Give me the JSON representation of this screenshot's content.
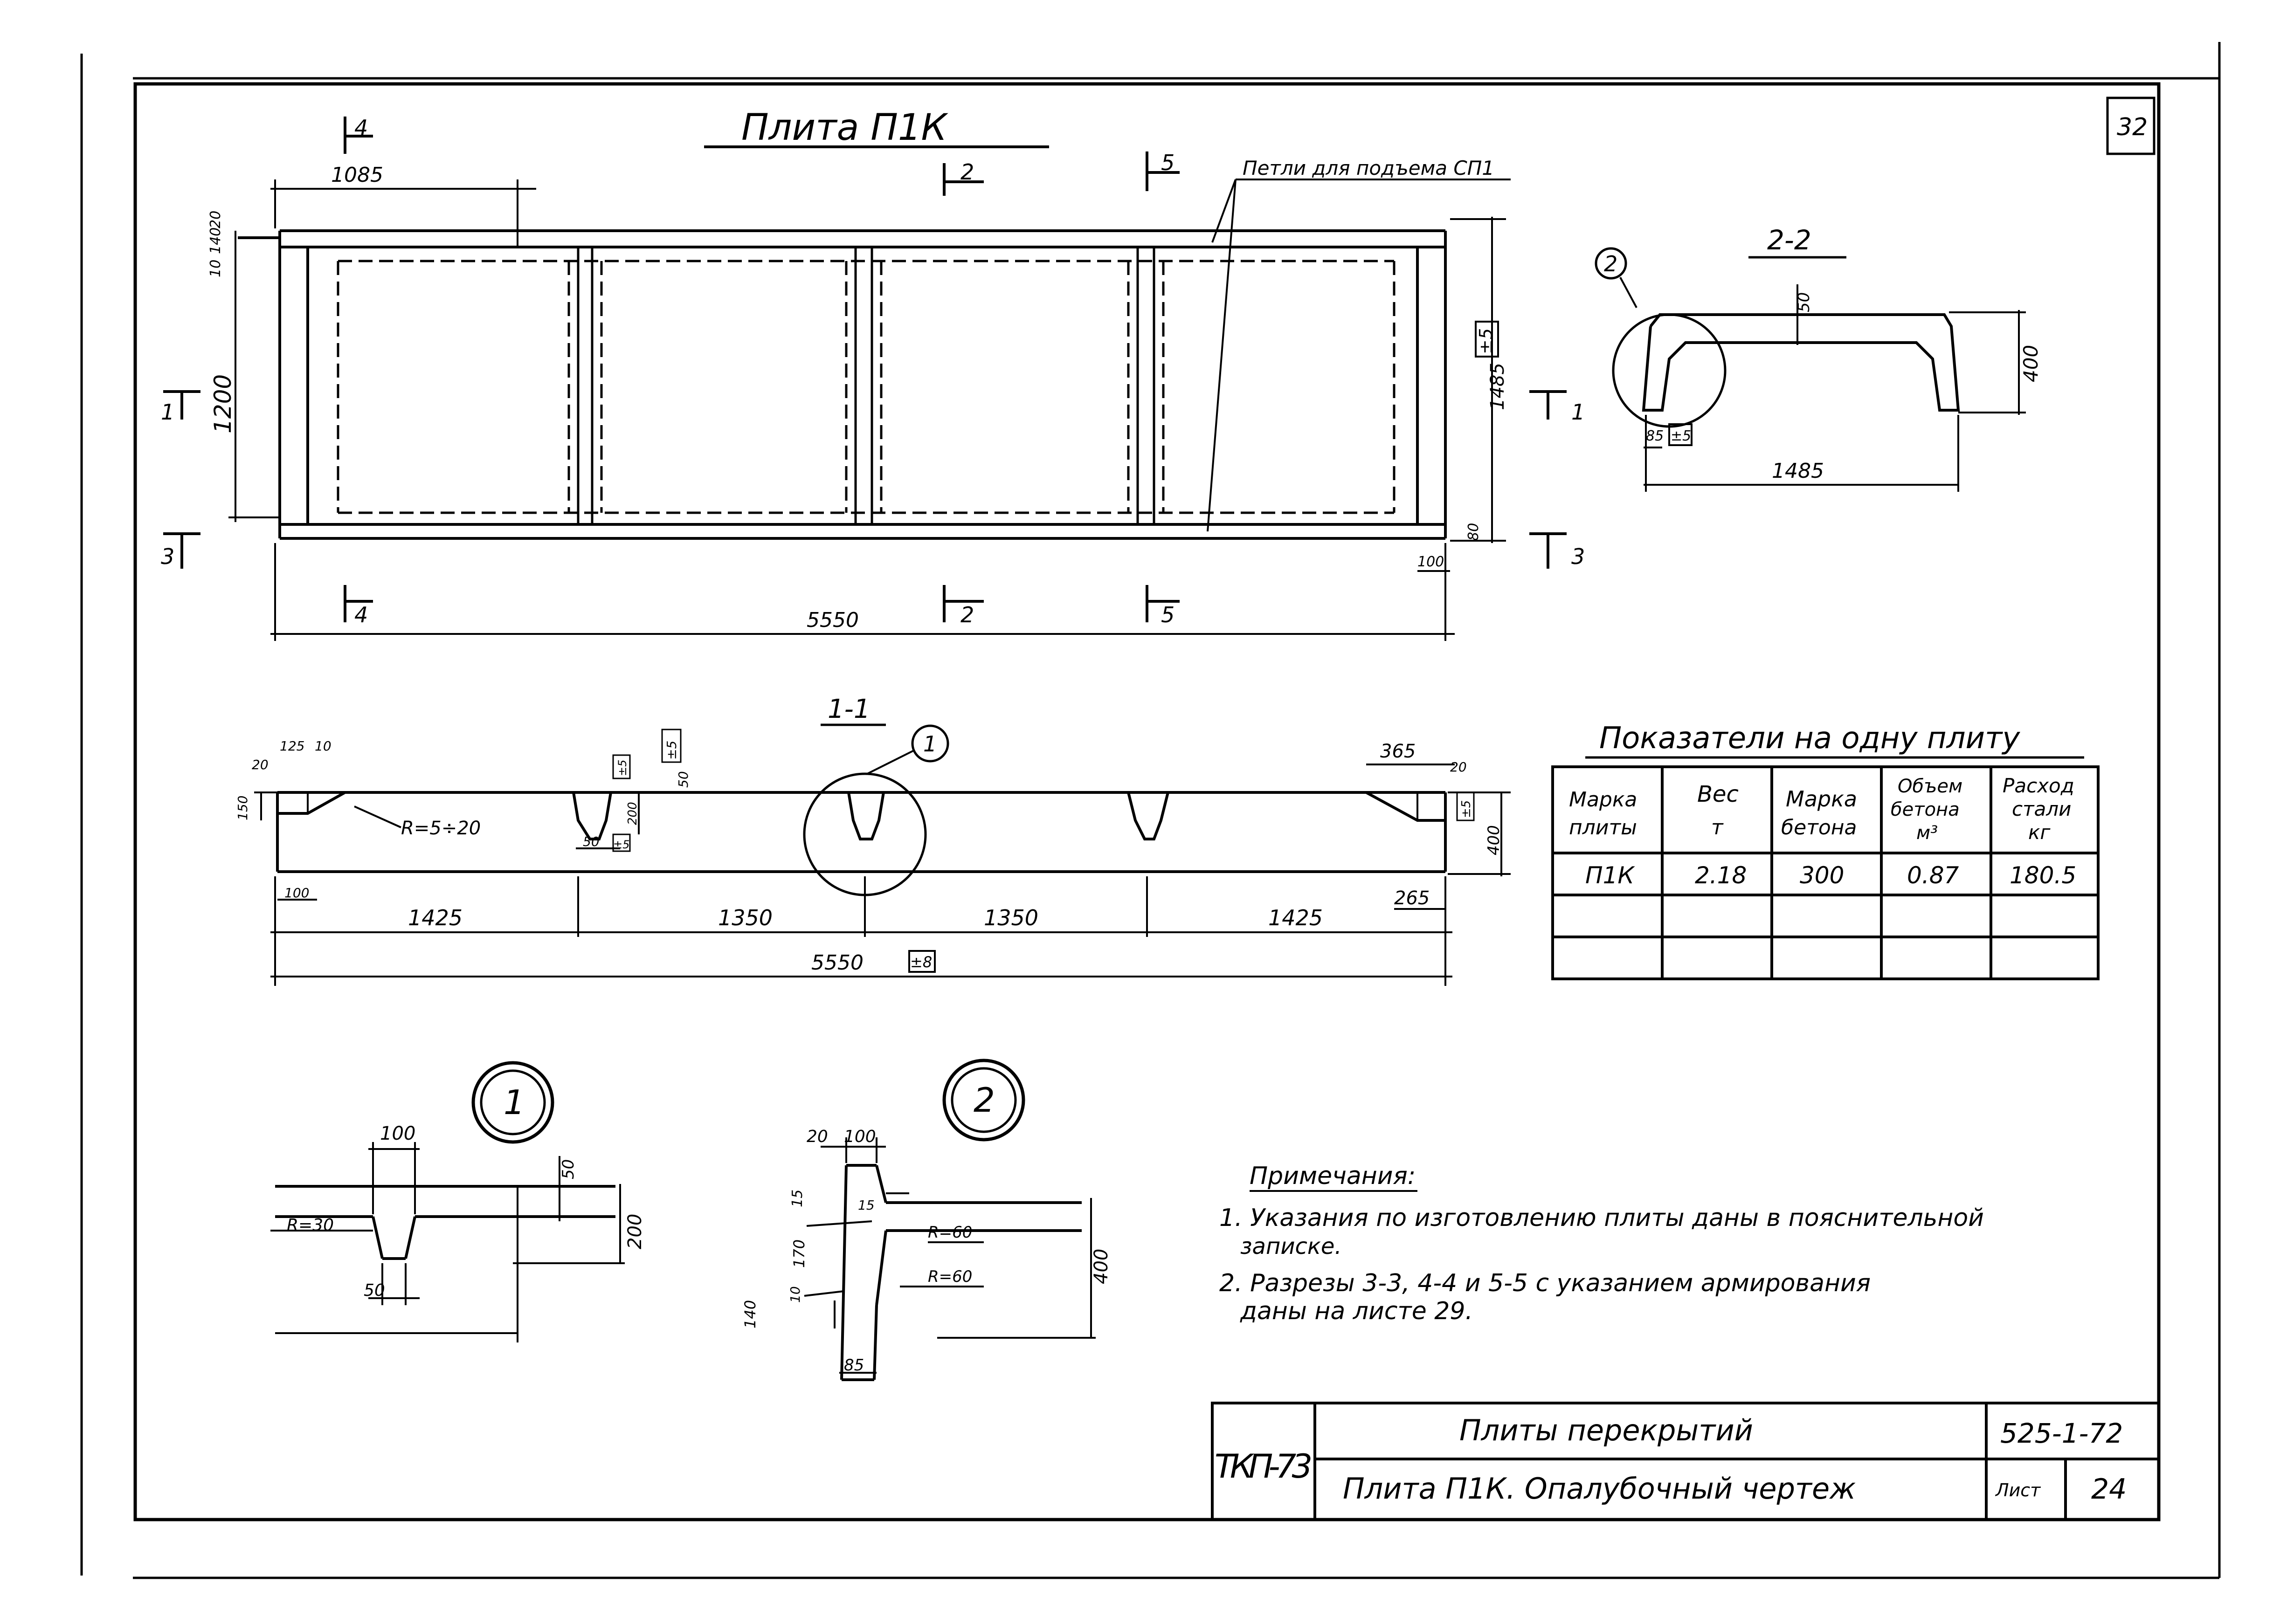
{
  "sheet_number": "32",
  "plan": {
    "title": "Плита П1К",
    "lifting_note": "Петли для подъема СП1",
    "dims": {
      "d1085": "1085",
      "d5550": "5550",
      "d1200": "1200",
      "d1485": "1485",
      "tol5": "±5",
      "d100": "100",
      "d80": "80",
      "d10": "10",
      "d140": "140",
      "d20": "20"
    },
    "cuts": {
      "c1": "1",
      "c2": "2",
      "c3": "3",
      "c4": "4",
      "c5": "5"
    }
  },
  "section22": {
    "title": "2-2",
    "callout": "2",
    "dims": {
      "d50": "50",
      "d400": "400",
      "d85": "85",
      "tol5": "±5",
      "d1485": "1485"
    }
  },
  "section11": {
    "title": "1-1",
    "callout": "1",
    "dims": {
      "d125": "125",
      "d10": "10",
      "d20": "20",
      "d150": "150",
      "radius": "R=5÷20",
      "d100": "100",
      "d50": "50",
      "tol5a": "±5",
      "d200": "200",
      "d50b": "50",
      "tol5b": "±5",
      "tol5c": "±5",
      "d365": "365",
      "d20b": "20",
      "tol5d": "±5",
      "d400": "400",
      "d265": "265",
      "d1425a": "1425",
      "d1350a": "1350",
      "d1350b": "1350",
      "d1425b": "1425",
      "d5550": "5550",
      "tol8": "±8"
    }
  },
  "table": {
    "title": "Показатели на одну плиту",
    "headers": [
      [
        "Марка",
        "плиты"
      ],
      [
        "Вес",
        "т"
      ],
      [
        "Марка",
        "бетона"
      ],
      [
        "Объем",
        "бетона",
        "м³"
      ],
      [
        "Расход",
        "стали",
        "кг"
      ]
    ],
    "rows": [
      [
        "П1К",
        "2.18",
        "300",
        "0.87",
        "180.5"
      ],
      [
        "",
        "",
        "",
        "",
        ""
      ],
      [
        "",
        "",
        "",
        "",
        ""
      ]
    ]
  },
  "detail1": {
    "label": "1",
    "dims": {
      "d100": "100",
      "d50": "50",
      "d200": "200",
      "radius": "R=30",
      "d50b": "50"
    }
  },
  "detail2": {
    "label": "2",
    "dims": {
      "d20": "20",
      "d100": "100",
      "d15a": "15",
      "d15b": "15",
      "d170": "170",
      "radius1": "R=60",
      "radius2": "R=60",
      "d140": "140",
      "d10": "10",
      "d400": "400",
      "d85": "85"
    }
  },
  "notes": {
    "title": "Примечания:",
    "n1a": "1. Указания по изготовлению плиты даны в пояснительной",
    "n1b": "записке.",
    "n2a": "2. Разрезы 3-3, 4-4 и 5-5 с указанием армирования",
    "n2b": "даны на листе 29."
  },
  "stamp": {
    "code": "ТКП-73",
    "row1": "Плиты перекрытий",
    "row2": "Плита П1К. Опалубочный чертеж",
    "series": "525-1-72",
    "sheet_label": "Лист",
    "sheet_no": "24"
  }
}
